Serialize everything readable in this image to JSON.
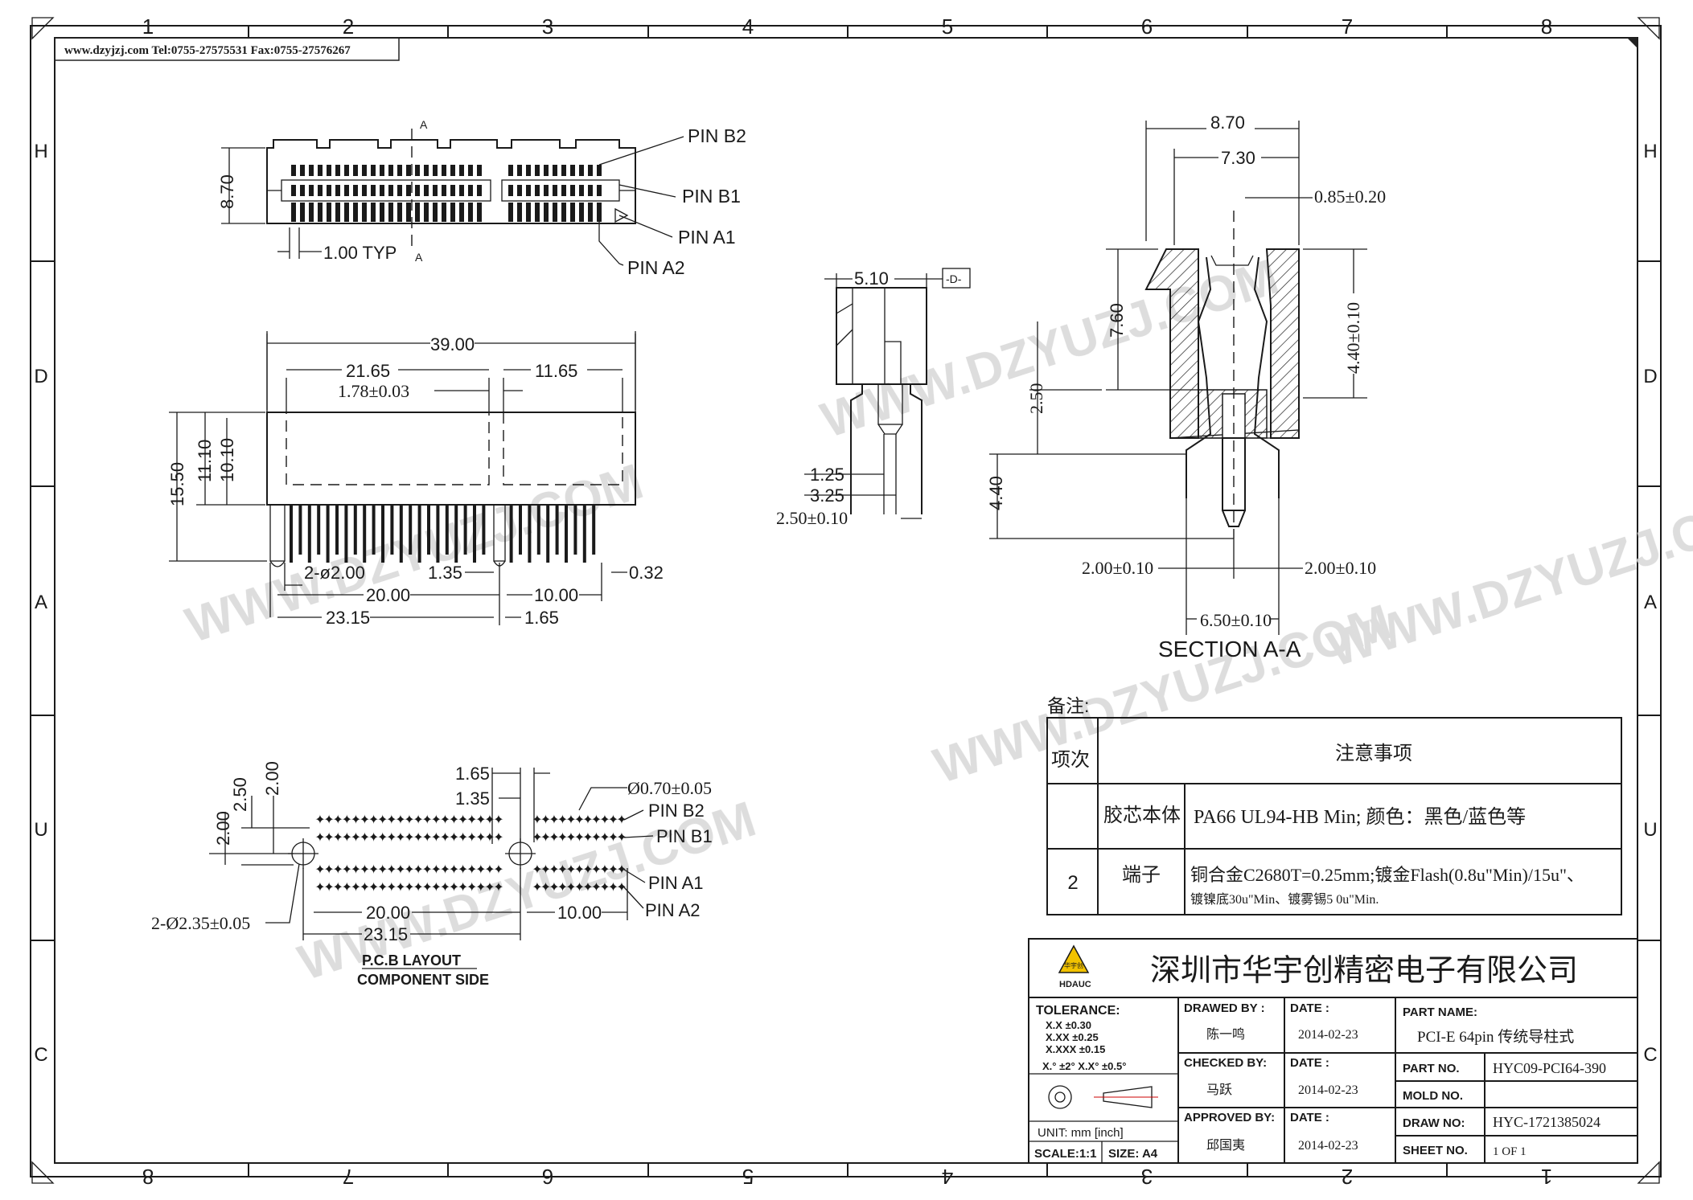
{
  "frame": {
    "col_numbers_top": [
      "1",
      "2",
      "3",
      "4",
      "5",
      "6",
      "7",
      "8"
    ],
    "col_numbers_bottom": [
      "8",
      "7",
      "6",
      "5",
      "4",
      "3",
      "2",
      "1"
    ],
    "row_letters": [
      "H",
      "D",
      "A",
      "U",
      "C"
    ]
  },
  "header_contact": "www.dzyjzj.com  Tel:0755-27575531  Fax:0755-27576267",
  "watermark": "WWW.DZYUZJ.COM",
  "top_view": {
    "dim_height": "8.70",
    "dim_pitch": "1.00 TYP",
    "section_mark": "A",
    "pin_b2": "PIN B2",
    "pin_b1": "PIN B1",
    "pin_a1": "PIN A1",
    "pin_a2": "PIN A2"
  },
  "front_view": {
    "dim_total": "39.00",
    "dim_left": "21.65",
    "dim_right": "11.65",
    "dim_slot": "1.78±0.03",
    "dim_h1": "15.50",
    "dim_h2": "11.10",
    "dim_h3": "10.10",
    "dim_post": "2-ø2.00",
    "dim_135": "1.35",
    "dim_032": "0.32",
    "dim_20": "20.00",
    "dim_2315": "23.15",
    "dim_10": "10.00",
    "dim_165": "1.65"
  },
  "side_view": {
    "dim_top": "5.10",
    "datum": "-D-",
    "dim_125": "1.25",
    "dim_325": "3.25",
    "dim_250": "2.50±0.10"
  },
  "section_view": {
    "dim_870": "8.70",
    "dim_730": "7.30",
    "dim_085": "0.85±0.20",
    "dim_760": "7.60",
    "dim_440v": "4.40±0.10",
    "dim_250": "2.50",
    "dim_440": "4.40",
    "dim_200l": "2.00±0.10",
    "dim_200r": "2.00±0.10",
    "dim_650": "6.50±0.10",
    "title": "SECTION A-A"
  },
  "pcb_layout": {
    "dim_250": "2.50",
    "dim_200a": "2.00",
    "dim_200b": "2.00",
    "dim_165": "1.65",
    "dim_135": "1.35",
    "dim_hole": "Ø0.70±0.05",
    "dim_post": "2-Ø2.35±0.05",
    "dim_20": "20.00",
    "dim_2315": "23.15",
    "dim_10": "10.00",
    "pin_b2": "PIN B2",
    "pin_b1": "PIN B1",
    "pin_a1": "PIN A1",
    "pin_a2": "PIN A2",
    "caption_1": "P.C.B LAYOUT",
    "caption_2": "COMPONENT SIDE"
  },
  "notes": {
    "heading": "备注:",
    "col_item": "项次",
    "col_notes": "注意事项",
    "rows": [
      {
        "no": "",
        "name": "胶芯本体",
        "text": "PA66 UL94-HB Min; 颜色：黑色/蓝色等",
        "text2": ""
      },
      {
        "no": "2",
        "name": "端子",
        "text": "铜合金C2680T=0.25mm;镀金Flash(0.8u\"Min)/15u\"、",
        "text2": "镀镍底30u\"Min、镀雾锡5 0u\"Min."
      }
    ]
  },
  "title_block": {
    "logo_text": "华宇创",
    "logo_sub": "HDAUC",
    "company": "深圳市华宇创精密电子有限公司",
    "tolerance_label": "TOLERANCE:",
    "tol_x": "X.X    ±0.30",
    "tol_xx": "X.XX   ±0.25",
    "tol_xxx": "X.XXX  ±0.15",
    "tol_ang": "X.° ±2°      X.X° ±0.5°",
    "unit": "UNIT:  mm  [inch]",
    "scale": "SCALE:1:1",
    "size": "SIZE:  A4",
    "drawn_by_label": "DRAWED BY :",
    "drawn_by": "陈一鸣",
    "checked_by_label": "CHECKED BY:",
    "checked_by": "马跃",
    "approved_by_label": "APPROVED BY:",
    "approved_by": "邱国夷",
    "date_label": "DATE :",
    "date1": "2014-02-23",
    "date2": "2014-02-23",
    "date3": "2014-02-23",
    "part_name_label": "PART NAME:",
    "part_name": "PCI-E  64pin 传统导柱式",
    "part_no_label": "PART NO.",
    "part_no": "HYC09-PCI64-390",
    "mold_no_label": "MOLD NO.",
    "mold_no": "",
    "draw_no_label": "DRAW NO:",
    "draw_no": "HYC-1721385024",
    "sheet_no_label": "SHEET NO.",
    "sheet_no": "1 OF 1"
  }
}
